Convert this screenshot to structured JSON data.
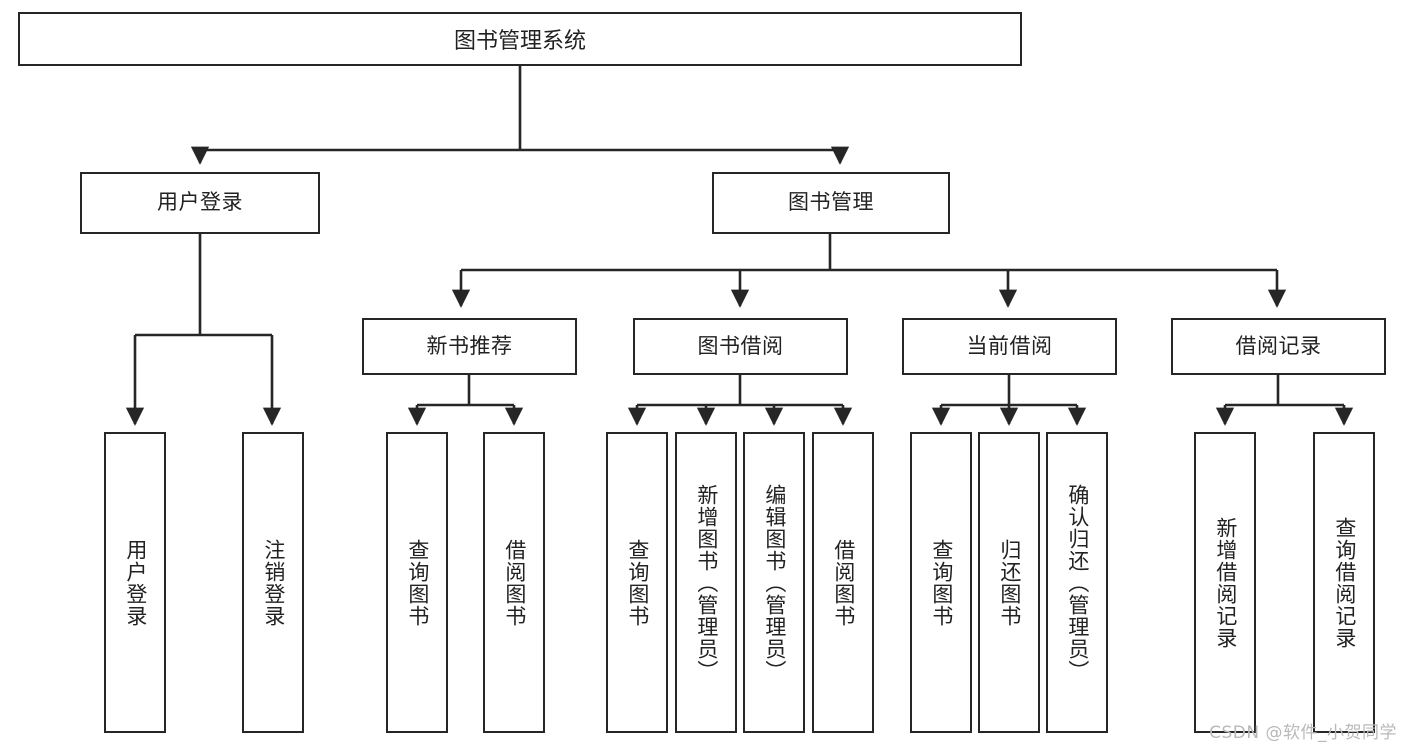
{
  "diagram": {
    "title": "图书管理系统",
    "root": {
      "label": "图书管理系统"
    },
    "level2": [
      {
        "label": "用户登录"
      },
      {
        "label": "图书管理"
      }
    ],
    "level3": [
      {
        "label": "新书推荐"
      },
      {
        "label": "图书借阅"
      },
      {
        "label": "当前借阅"
      },
      {
        "label": "借阅记录"
      }
    ],
    "leaves": {
      "user_login": [
        {
          "label": "用户登录"
        },
        {
          "label": "注销登录"
        }
      ],
      "new_book_recommend": [
        {
          "label": "查询图书"
        },
        {
          "label": "借阅图书"
        }
      ],
      "book_borrow": [
        {
          "label": "查询图书"
        },
        {
          "label": "新增图书（管理员）"
        },
        {
          "label": "编辑图书（管理员）"
        },
        {
          "label": "借阅图书"
        }
      ],
      "current_borrow": [
        {
          "label": "查询图书"
        },
        {
          "label": "归还图书"
        },
        {
          "label": "确认归还（管理员）"
        }
      ],
      "borrow_record": [
        {
          "label": "新增借阅记录"
        },
        {
          "label": "查询借阅记录"
        }
      ]
    },
    "watermark": "CSDN @软件_小贺同学",
    "colors": {
      "border": "#262626",
      "text": "#222222",
      "background": "#ffffff",
      "watermark": "#b9b9b9"
    }
  }
}
